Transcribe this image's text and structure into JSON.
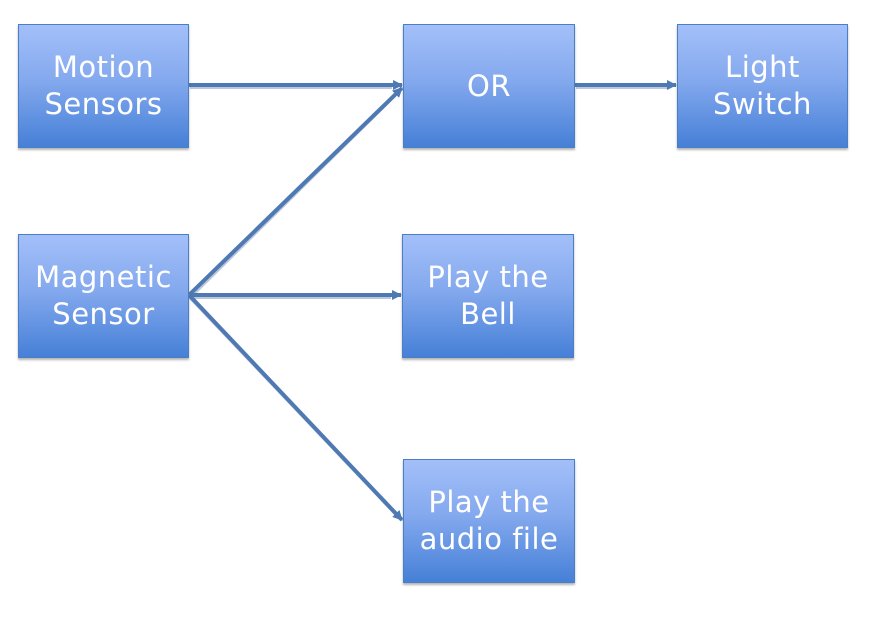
{
  "diagram": {
    "nodes": {
      "motion_sensors": {
        "line1": "Motion",
        "line2": "Sensors"
      },
      "or_gate": {
        "line1": "OR"
      },
      "light_switch": {
        "line1": "Light",
        "line2": "Switch"
      },
      "magnetic_sensor": {
        "line1": "Magnetic",
        "line2": "Sensor"
      },
      "play_bell": {
        "line1": "Play the",
        "line2": "Bell"
      },
      "play_audio": {
        "line1": "Play the",
        "line2": "audio file"
      }
    },
    "edges": [
      {
        "from": "motion_sensors",
        "to": "or_gate"
      },
      {
        "from": "magnetic_sensor",
        "to": "or_gate"
      },
      {
        "from": "or_gate",
        "to": "light_switch"
      },
      {
        "from": "magnetic_sensor",
        "to": "play_bell"
      },
      {
        "from": "magnetic_sensor",
        "to": "play_audio"
      }
    ],
    "colors": {
      "box_top": "#a3bff9",
      "box_bottom": "#4680d7",
      "arrow": "#4f79b3",
      "text": "#ffffff"
    }
  }
}
